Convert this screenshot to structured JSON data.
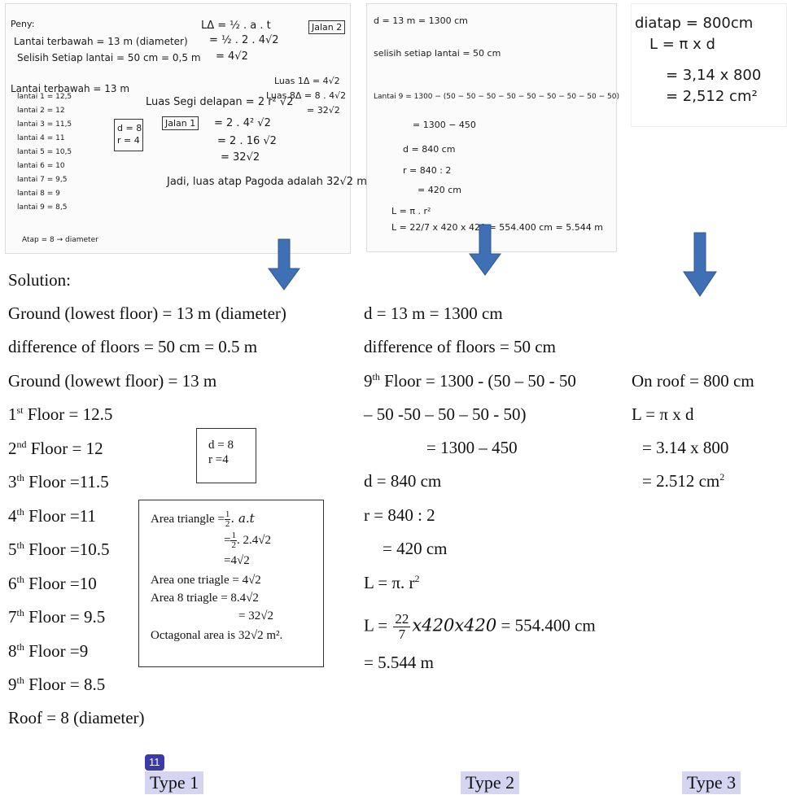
{
  "handwritten": {
    "photo1": {
      "left": [
        "Peny:",
        "Lantai terbawah = 13 m (diameter)",
        "Selisih Setiap lantai = 50 cm = 0,5 m",
        "Lantai terbawah = 13 m",
        "lantai 1 = 12,5",
        "lantai 2 = 12",
        "lantai 3 = 11,5",
        "lantai 4 = 11",
        "lantai 5 = 10,5",
        "lantai 6 = 10",
        "lantai 7 = 9,5",
        "lantai 8 = 9",
        "lantai 9 = 8,5",
        "Atap = 8 → diameter"
      ],
      "box": [
        "d = 8",
        "r = 4"
      ],
      "formula": [
        "LΔ = ½ . a . t",
        "= ½ . 2 . 4√2",
        "= 4√2"
      ],
      "segi_delapan": [
        "Luas Segi delapan = 2 r² √2",
        "= 2 . 4² √2",
        "= 2 . 16 √2",
        "= 32√2"
      ],
      "luas": [
        "Luas 1Δ = 4√2",
        "Luas 8Δ = 8 . 4√2",
        "= 32√2"
      ],
      "jalan1": "Jalan 1",
      "jalan2": "Jalan 2",
      "conclusion": "Jadi, luas atap Pagoda adalah 32√2 m²"
    },
    "photo2": [
      "d = 13 m = 1300 cm",
      "selisih setiap lantai = 50 cm",
      "Lantai 9 = 1300 − (50 − 50 − 50 − 50 − 50 − 50 − 50 − 50 − 50)",
      "= 1300 − 450",
      "d = 840 cm",
      "r = 840 : 2",
      "= 420 cm",
      "L = π . r²",
      "L = 22/7 x 420 x 420 = 554.400 cm = 5.544 m"
    ],
    "photo3": [
      "diatap = 800cm",
      "L = π x d",
      "= 3,14 x 800",
      "= 2,512 cm²"
    ]
  },
  "type1": {
    "solution": "Solution:",
    "ground_diameter": "Ground (lowest floor) = 13 m (diameter)",
    "difference": "difference of floors = 50 cm = 0.5 m",
    "ground": "Ground (lowewt floor) = 13 m",
    "floors": [
      {
        "n": "1",
        "s": "st",
        "v": " Floor = 12.5"
      },
      {
        "n": "2",
        "s": "nd",
        "v": " Floor = 12"
      },
      {
        "n": "3",
        "s": "th",
        "v": " Floor =11.5"
      },
      {
        "n": "4",
        "s": "th",
        "v": " Floor =11"
      },
      {
        "n": "5",
        "s": "th",
        "v": " Floor =10.5"
      },
      {
        "n": "6",
        "s": "th",
        "v": " Floor =10"
      },
      {
        "n": "7",
        "s": "th",
        "v": " Floor = 9.5"
      },
      {
        "n": "8",
        "s": "th",
        "v": " Floor =9"
      },
      {
        "n": "9",
        "s": "th",
        "v": " Floor = 8.5"
      }
    ],
    "roof": "Roof = 8 (diameter)",
    "dr_box": {
      "d": "d = 8",
      "r": "r =4"
    },
    "area_box": {
      "l1_label": "Area triangle =",
      "l1_rest": ". a.t",
      "l2_rest": ". 2.4√2",
      "l3": "=4√2",
      "l4": "Area one triagle = 4√2",
      "l5": "Area 8 triagle = 8.4√2",
      "l6": "= 32√2",
      "l7": "Octagonal area is 32√2 m².",
      "half_num": "1",
      "half_den": "2"
    }
  },
  "type2": {
    "d": "d = 13 m = 1300 cm",
    "difference": "difference of floors = 50 cm",
    "ninth_n": "9",
    "ninth_s": "th",
    "ninth_rest": " Floor = 1300 - (50 – 50 - 50",
    "ninth_cont": "– 50 -50 – 50 – 50 - 50)",
    "calc": "= 1300 – 450",
    "d2": "d = 840 cm",
    "r": "r = 840 : 2",
    "r2": "= 420 cm",
    "L_a": "L = π. r",
    "L_b_pre": "L = ",
    "L_b_num": "22",
    "L_b_den": "7",
    "L_b_post": "x420x420",
    "L_b_res": " = 554.400 cm",
    "L_c": "= 5.544 m"
  },
  "type3": {
    "roof": "On roof = 800 cm",
    "L": "L = π x d",
    "calc": "= 3.14 x 800",
    "res": "= 2.512 cm"
  },
  "labels": {
    "badge": "11",
    "type1": "Type 1",
    "type2": "Type 2",
    "type3": "Type 3"
  },
  "colors": {
    "arrow": "#3f6fb5",
    "tag_bg": "#d5d5f2",
    "badge": "#3b3aa8"
  }
}
